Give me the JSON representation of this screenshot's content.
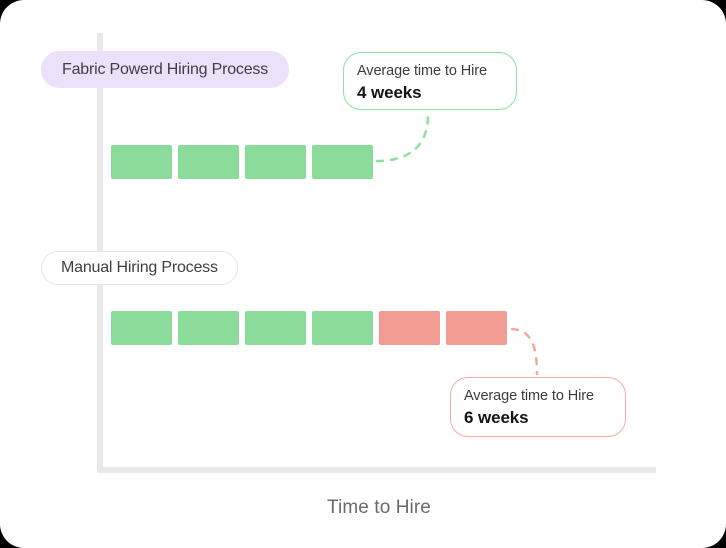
{
  "colors": {
    "green_block": "#8BDB9B",
    "red_block": "#F19B92",
    "lavender_pill": "#ECE1FA",
    "axis_gray": "#E9E9E9",
    "green_connector": "#8FDF9F",
    "red_connector": "#F5A89F",
    "green_callout_border": "#8EDF9F",
    "red_callout_border": "#F5ACA4"
  },
  "chart_data": {
    "type": "bar",
    "title": "",
    "xlabel": "Time to Hire",
    "unit": "weeks",
    "legend": "none",
    "rows": [
      {
        "label": "Fabric Powerd Hiring Process",
        "weeks": 4,
        "blocks": [
          "green",
          "green",
          "green",
          "green"
        ],
        "callout": {
          "line1": "Average time to Hire",
          "line2": "4 weeks"
        }
      },
      {
        "label": "Manual Hiring Process",
        "weeks": 6,
        "blocks": [
          "green",
          "green",
          "green",
          "green",
          "red",
          "red"
        ],
        "callout": {
          "line1": "Average time to Hire",
          "line2": "6 weeks"
        }
      }
    ]
  }
}
